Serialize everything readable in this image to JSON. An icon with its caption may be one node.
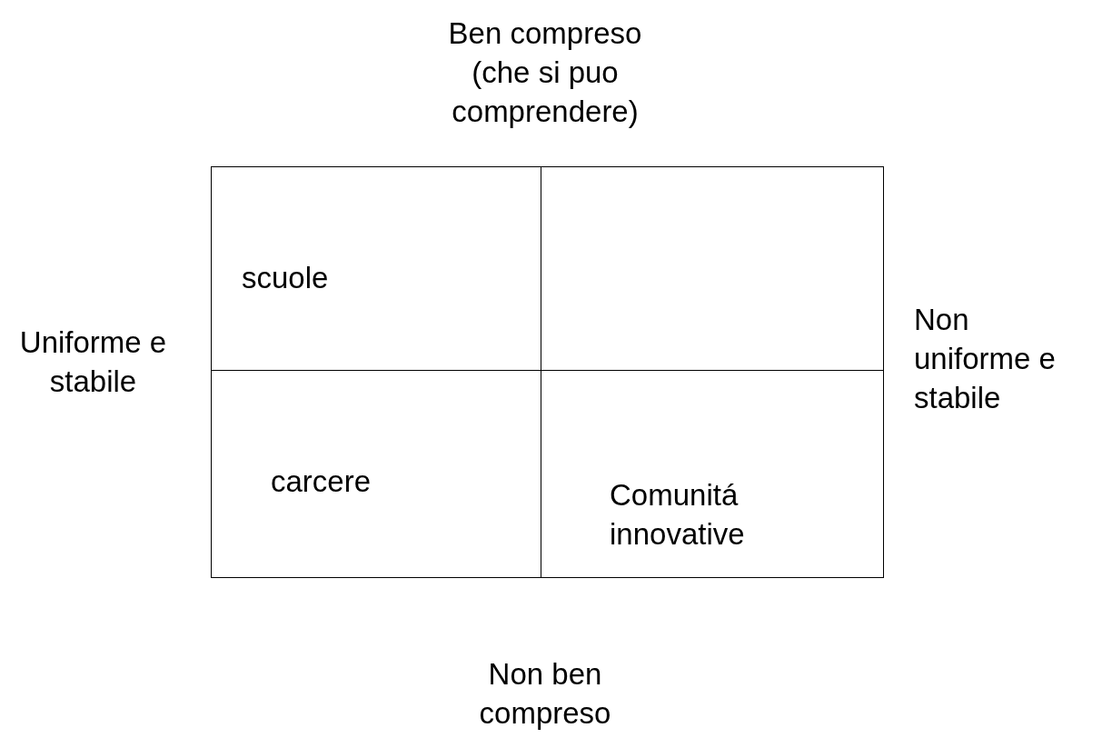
{
  "diagram": {
    "nodes": [
      {
        "text": [
          "scuole"
        ]
      },
      {
        "text": [],
        "shape": "box"
      },
      {
        "text": [
          "carcere"
        ]
      },
      {
        "text": [
          "Comunitá innovative"
        ]
      }
    ],
    "labels": [
      "Ben compreso (che si puo comprendere)",
      "Uniforme e stabile",
      "Non uniforme e stabile",
      "Non ben compreso"
    ]
  }
}
